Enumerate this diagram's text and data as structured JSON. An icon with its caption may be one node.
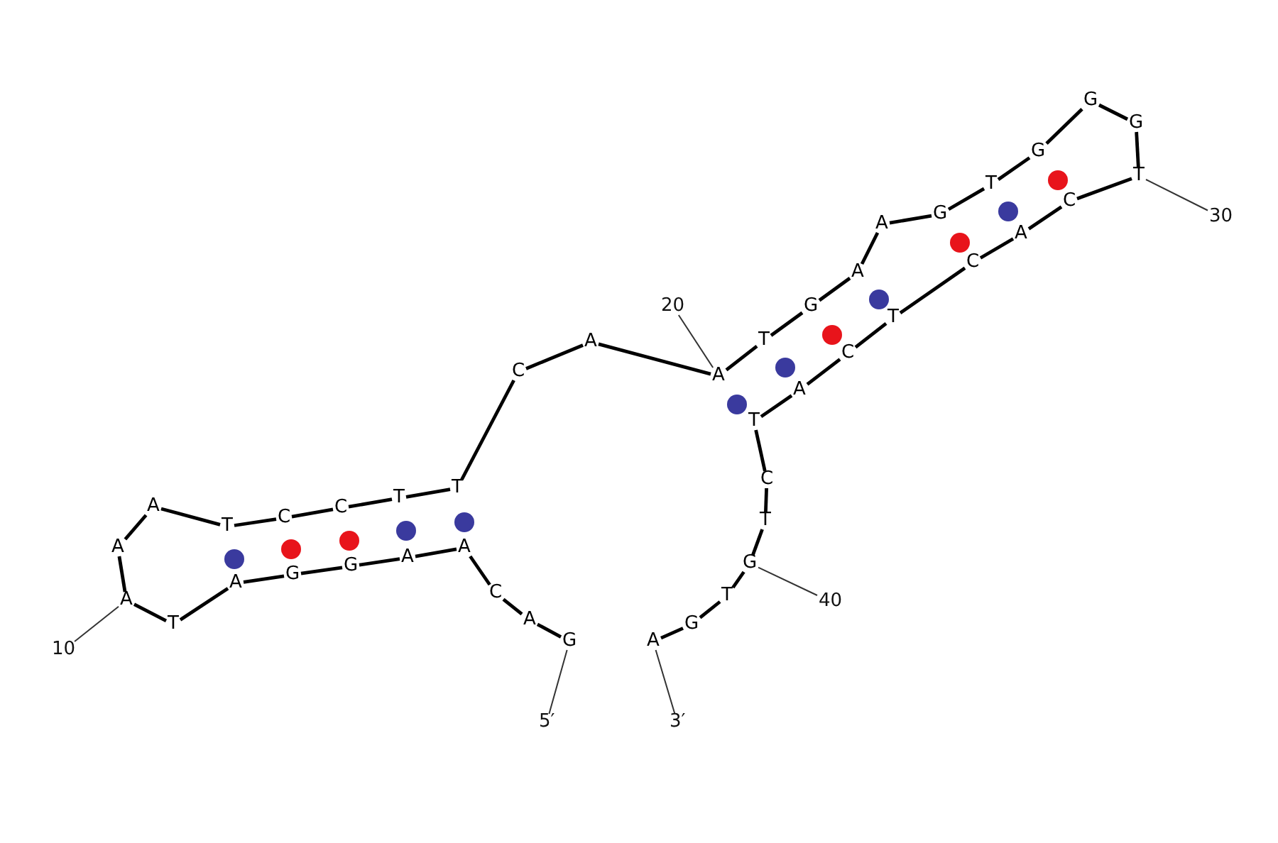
{
  "diagram": {
    "nodes": [
      {
        "text": [
          "G"
        ]
      },
      {
        "text": [
          "A"
        ]
      },
      {
        "text": [
          "C"
        ]
      },
      {
        "text": [
          "A"
        ]
      },
      {
        "text": [
          "A"
        ]
      },
      {
        "text": [
          "G"
        ]
      },
      {
        "text": [
          "G"
        ]
      },
      {
        "text": [
          "A"
        ]
      },
      {
        "text": [
          "T"
        ]
      },
      {
        "text": [
          "A"
        ]
      },
      {
        "text": [
          "A"
        ]
      },
      {
        "text": [
          "A"
        ]
      },
      {
        "text": [
          "T"
        ]
      },
      {
        "text": [
          "C"
        ]
      },
      {
        "text": [
          "C"
        ]
      },
      {
        "text": [
          "T"
        ]
      },
      {
        "text": [
          "T"
        ]
      },
      {
        "text": [
          "C"
        ]
      },
      {
        "text": [
          "A"
        ]
      },
      {
        "text": [
          "A"
        ]
      },
      {
        "text": [
          "T"
        ]
      },
      {
        "text": [
          "G"
        ]
      },
      {
        "text": [
          "A"
        ]
      },
      {
        "text": [
          "A"
        ]
      },
      {
        "text": [
          "G"
        ]
      },
      {
        "text": [
          "T"
        ]
      },
      {
        "text": [
          "G"
        ]
      },
      {
        "text": [
          "G"
        ]
      },
      {
        "text": [
          "G"
        ]
      },
      {
        "text": [
          "T"
        ]
      },
      {
        "text": [
          "C"
        ]
      },
      {
        "text": [
          "A"
        ]
      },
      {
        "text": [
          "C"
        ]
      },
      {
        "text": [
          "T"
        ]
      },
      {
        "text": [
          "C"
        ]
      },
      {
        "text": [
          "A"
        ]
      },
      {
        "text": [
          "T"
        ]
      },
      {
        "text": [
          "C"
        ]
      },
      {
        "text": [
          "T"
        ]
      },
      {
        "text": [
          "G"
        ]
      },
      {
        "text": [
          "T"
        ]
      },
      {
        "text": [
          "G"
        ]
      },
      {
        "text": [
          "A"
        ]
      },
      {
        "text": [
          "10"
        ]
      },
      {
        "text": [
          "20"
        ]
      },
      {
        "text": [
          "30"
        ]
      },
      {
        "text": [
          "40"
        ]
      },
      {
        "text": [
          "5′"
        ]
      },
      {
        "text": [
          "3′"
        ]
      }
    ],
    "edges": [
      {
        "from": 0,
        "to": 1,
        "arrow": "none"
      },
      {
        "from": 1,
        "to": 2,
        "arrow": "none"
      },
      {
        "from": 2,
        "to": 3,
        "arrow": "none"
      },
      {
        "from": 3,
        "to": 4,
        "arrow": "none"
      },
      {
        "from": 4,
        "to": 5,
        "arrow": "none"
      },
      {
        "from": 5,
        "to": 6,
        "arrow": "none"
      },
      {
        "from": 6,
        "to": 7,
        "arrow": "none"
      },
      {
        "from": 7,
        "to": 8,
        "arrow": "none"
      },
      {
        "from": 8,
        "to": 9,
        "arrow": "none"
      },
      {
        "from": 9,
        "to": 10,
        "arrow": "none"
      },
      {
        "from": 10,
        "to": 11,
        "arrow": "none"
      },
      {
        "from": 11,
        "to": 12,
        "arrow": "none"
      },
      {
        "from": 12,
        "to": 13,
        "arrow": "none"
      },
      {
        "from": 13,
        "to": 14,
        "arrow": "none"
      },
      {
        "from": 14,
        "to": 15,
        "arrow": "none"
      },
      {
        "from": 15,
        "to": 16,
        "arrow": "none"
      },
      {
        "from": 16,
        "to": 17,
        "arrow": "none"
      },
      {
        "from": 17,
        "to": 18,
        "arrow": "none"
      },
      {
        "from": 18,
        "to": 19,
        "arrow": "none"
      },
      {
        "from": 19,
        "to": 20,
        "arrow": "none"
      },
      {
        "from": 20,
        "to": 21,
        "arrow": "none"
      },
      {
        "from": 21,
        "to": 22,
        "arrow": "none"
      },
      {
        "from": 22,
        "to": 23,
        "arrow": "none"
      },
      {
        "from": 23,
        "to": 24,
        "arrow": "none"
      },
      {
        "from": 24,
        "to": 25,
        "arrow": "none"
      },
      {
        "from": 25,
        "to": 26,
        "arrow": "none"
      },
      {
        "from": 26,
        "to": 27,
        "arrow": "none"
      },
      {
        "from": 27,
        "to": 28,
        "arrow": "none"
      },
      {
        "from": 28,
        "to": 29,
        "arrow": "none"
      },
      {
        "from": 29,
        "to": 30,
        "arrow": "none"
      },
      {
        "from": 30,
        "to": 31,
        "arrow": "none"
      },
      {
        "from": 31,
        "to": 32,
        "arrow": "none"
      },
      {
        "from": 32,
        "to": 33,
        "arrow": "none"
      },
      {
        "from": 33,
        "to": 34,
        "arrow": "none"
      },
      {
        "from": 34,
        "to": 35,
        "arrow": "none"
      },
      {
        "from": 35,
        "to": 36,
        "arrow": "none"
      },
      {
        "from": 36,
        "to": 37,
        "arrow": "none"
      },
      {
        "from": 37,
        "to": 38,
        "arrow": "none"
      },
      {
        "from": 38,
        "to": 39,
        "arrow": "none"
      },
      {
        "from": 39,
        "to": 40,
        "arrow": "none"
      },
      {
        "from": 40,
        "to": 41,
        "arrow": "none"
      },
      {
        "from": 41,
        "to": 42,
        "arrow": "none"
      },
      {
        "from": 43,
        "to": 9,
        "arrow": "none"
      },
      {
        "from": 44,
        "to": 19,
        "arrow": "none"
      },
      {
        "from": 45,
        "to": 29,
        "arrow": "none"
      },
      {
        "from": 46,
        "to": 39,
        "arrow": "none"
      },
      {
        "from": 47,
        "to": 0,
        "arrow": "none"
      },
      {
        "from": 48,
        "to": 42,
        "arrow": "none"
      }
    ]
  }
}
